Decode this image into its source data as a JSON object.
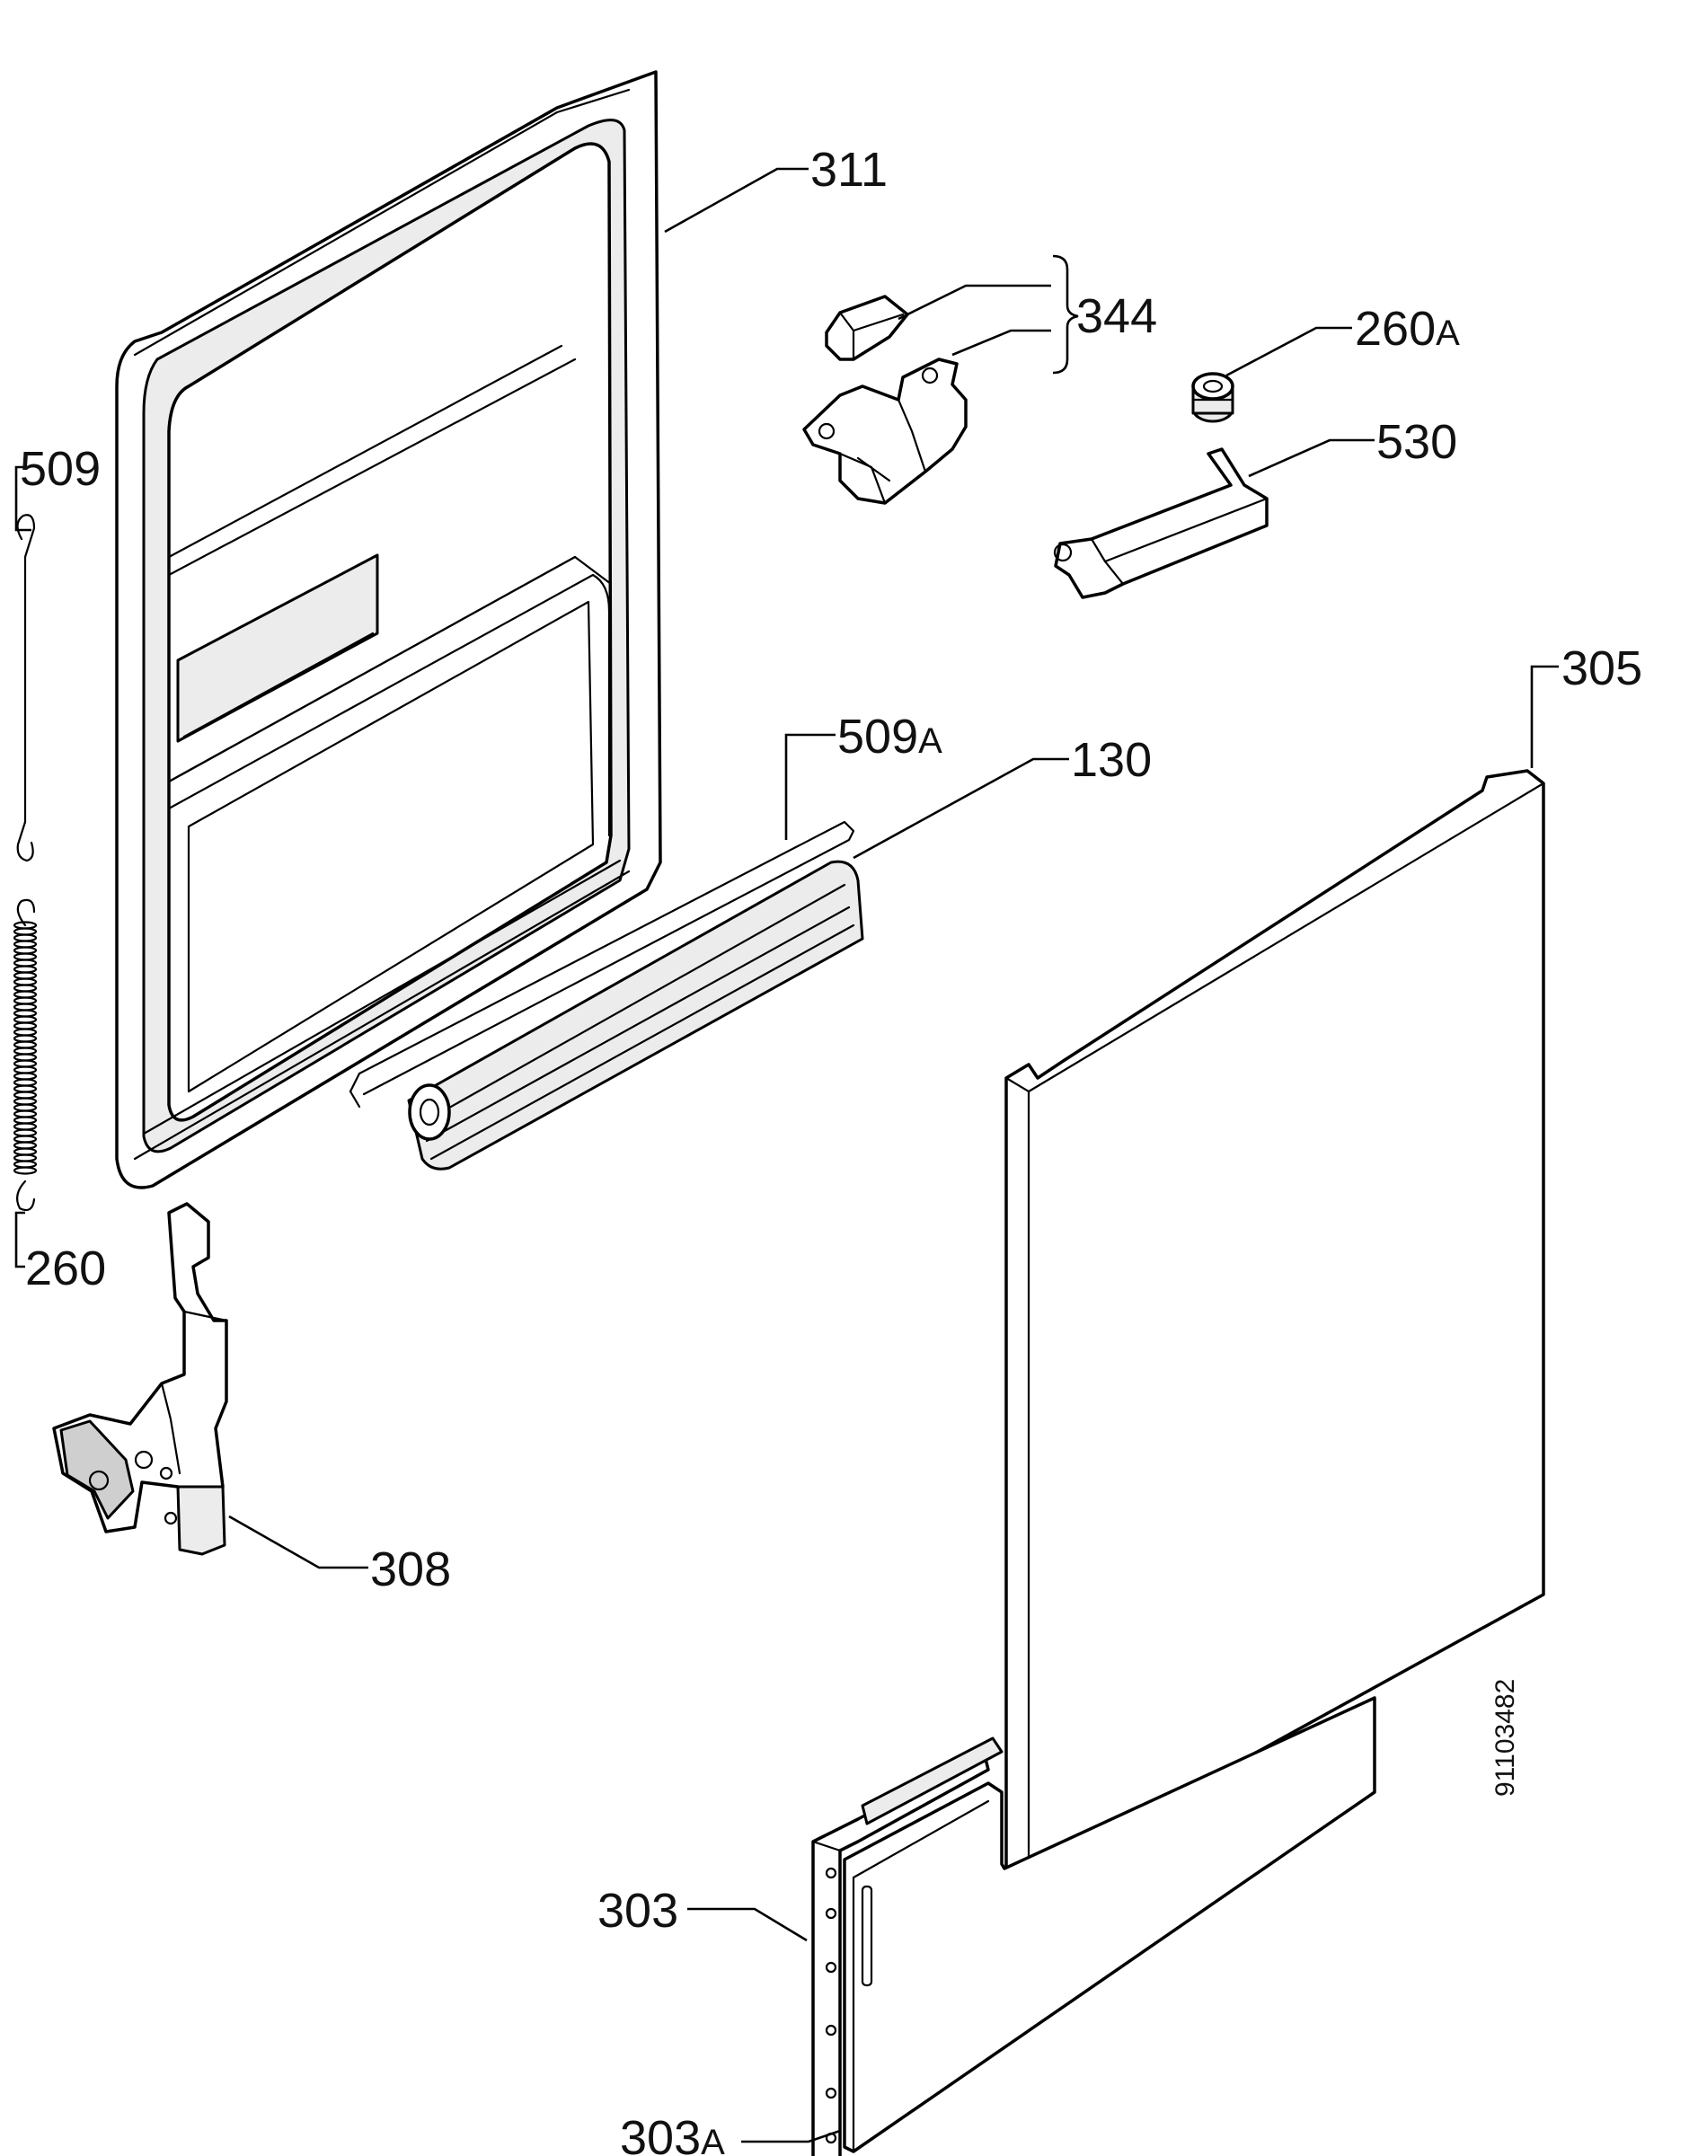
{
  "callouts": {
    "c311": "311",
    "c344": "344",
    "c260A_num": "260",
    "c260A_suf": "A",
    "c530": "530",
    "c509": "509",
    "c305": "305",
    "c509A_num": "509",
    "c509A_suf": "A",
    "c130": "130",
    "c260": "260",
    "c308": "308",
    "c303": "303",
    "c303A_num": "303",
    "c303A_suf": "A"
  },
  "doc_number": "91103482"
}
